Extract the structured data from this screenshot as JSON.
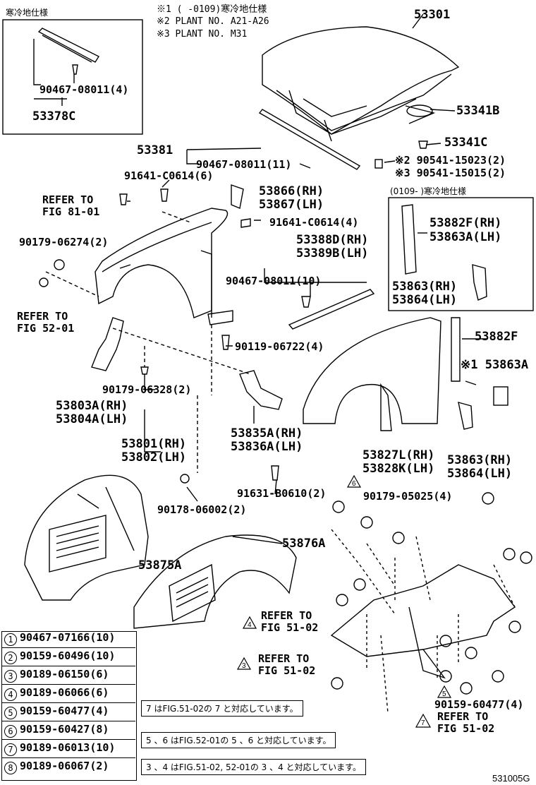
{
  "notes_top": {
    "n1": "※1 (    -0109)寒冷地仕様",
    "n2": "※2 PLANT  NO.  A21-A26",
    "n3": "※3 PLANT  NO.  M31"
  },
  "inset_cold": {
    "title": "寒冷地仕様",
    "part1": "90467-08011(4)",
    "part2": "53378C"
  },
  "inset_0109": {
    "title": "(0109-   )寒冷地仕様",
    "p1": "53882F(RH)",
    "p2": "53863A(LH)",
    "p3": "53863(RH)",
    "p4": "53864(LH)"
  },
  "labels": {
    "l53301": "53301",
    "l53341b": "53341B",
    "l53341c": "53341C",
    "l90541a": "※2 90541-15023(2)",
    "l90541b": "※3 90541-15015(2)",
    "l53381": "53381",
    "l90467a": "90467-08011(11)",
    "l91641a": "91641-C0614(6)",
    "refer81": "REFER TO",
    "refer81b": "FIG 81-01",
    "l53866": "53866(RH)",
    "l53867": "53867(LH)",
    "l91641b": "91641-C0614(4)",
    "l90179a": "90179-06274(2)",
    "l53388": "53388D(RH)",
    "l53389": "53389B(LH)",
    "l90467b": "90467-08011(10)",
    "refer52": "REFER TO",
    "refer52b": "FIG 52-01",
    "l90119": "90119-06722(4)",
    "l53882f": "53882F",
    "l53863a": "※1 53863A",
    "l90179b": "90179-06328(2)",
    "l53803": "53803A(RH)",
    "l53804": "53804A(LH)",
    "l53835": "53835A(RH)",
    "l53836": "53836A(LH)",
    "l53827": "53827L(RH)",
    "l53828": "53828K(LH)",
    "l53863r": "53863(RH)",
    "l53864l": "53864(LH)",
    "l53801": "53801(RH)",
    "l53802": "53802(LH)",
    "l91631": "91631-B0610(2)",
    "l90179c": "90179-05025(4)",
    "l90178": "90178-06002(2)",
    "l53876": "53876A",
    "l53875": "53875A",
    "refer51a": "REFER TO",
    "refer51ab": "FIG 51-02",
    "refer51b": "REFER TO",
    "refer51bb": "FIG 51-02",
    "refer51c": "REFER TO",
    "refer51cb": "FIG 51-02",
    "l90159b": "90159-60477(4)",
    "code": "531005G"
  },
  "legend": [
    {
      "num": "1",
      "part": "90467-07166(10)"
    },
    {
      "num": "2",
      "part": "90159-60496(10)"
    },
    {
      "num": "3",
      "part": "90189-06150(6)"
    },
    {
      "num": "4",
      "part": "90189-06066(6)"
    },
    {
      "num": "5",
      "part": "90159-60477(4)"
    },
    {
      "num": "6",
      "part": "90159-60427(8)"
    },
    {
      "num": "7",
      "part": "90189-06013(10)"
    },
    {
      "num": "8",
      "part": "90189-06067(2)"
    }
  ],
  "notes_bottom": {
    "n7": "7 はFIG.51-02の 7 と対応しています。",
    "n56": "5 、6 はFIG.52-01の 5 、6 と対応しています。",
    "n34": "3 、4 はFIG.51-02, 52-01の 3 、4 と対応しています。"
  }
}
